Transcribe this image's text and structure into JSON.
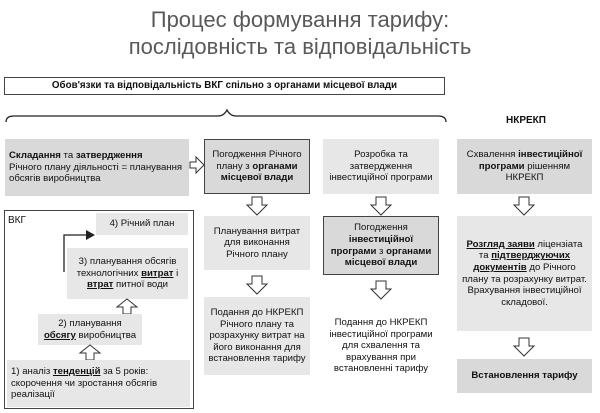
{
  "title": {
    "line1": "Процес формування тарифу:",
    "line2": "послідовність та  відповідальність"
  },
  "header_bar": {
    "text": "Обов'язки та відповідальність  ВКГ  спільно  з органами місцевої влади"
  },
  "nkrekp_label": "НКРЕКП",
  "box1": {
    "p1": "Складання",
    "p2": " та ",
    "p3": "затвердження",
    "p4": "Річного плану діяльності = планування обсягів виробництва"
  },
  "box2": {
    "p1": "Погодження Річного плану з ",
    "p2": "органами місцевої влади"
  },
  "box3": {
    "text": "Розробка та затвердження інвестиційної програми"
  },
  "box4": {
    "p1": "Схвалення ",
    "p2": "інвестиційної програми",
    "p3": " рішенням НКРЕКП"
  },
  "vkg": {
    "label": "ВКГ",
    "step4": "4) Річний план",
    "step3": {
      "p1": "3) планування обсягів технологічних ",
      "p2": "витрат",
      "p3": " і ",
      "p4": "втрат",
      "p5": " питної води"
    },
    "step2": {
      "p1": "2) планування ",
      "p2": "обсягу",
      "p3": " виробництва"
    },
    "step1": {
      "p1": "1) аналіз ",
      "p2": "тенденцій",
      "p3": " за 5 років: скорочення чи зростання обсягів реалізації"
    }
  },
  "box_mid2": {
    "text": "Планування витрат для виконання Річного плану"
  },
  "box_mid3": {
    "p1": "Погодження ",
    "p2": "інвестиційної програми",
    "p3": " з ",
    "p4": "органами місцевої влади"
  },
  "box_right2": {
    "p1": "Розгляд  заяви",
    "p2": " ліцензіата та ",
    "p3": "підтверджуючих документів",
    "p4": " до Річного плану  та розрахунку витрат. ",
    "p5": "Врахування інвестиційної складової."
  },
  "box_mid4": {
    "text": "Подання до НКРЕКП Річного плану та розрахунку витрат на його виконання для встановлення тарифу"
  },
  "box_mid5": {
    "text": "Подання до НКРЕКП інвестиційної програми для схвалення та врахування при встановленні тарифу"
  },
  "box_right3": {
    "text": "Встановлення тарифу"
  },
  "colors": {
    "box_gray": "#d9d9d9",
    "box_light": "#e7e7e7",
    "title": "#595959",
    "border": "#444444"
  }
}
